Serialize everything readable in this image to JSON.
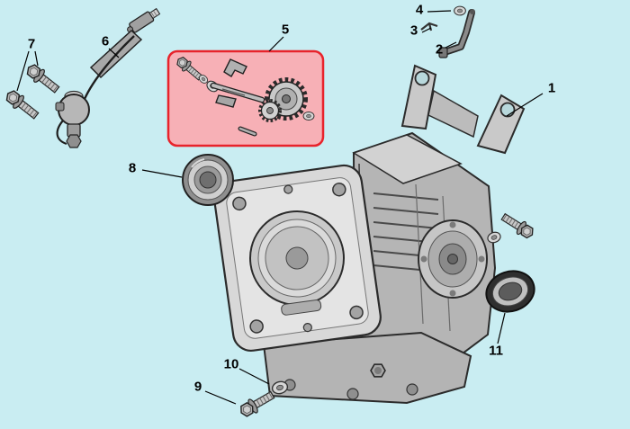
{
  "diagram": {
    "type": "exploded-parts-diagram",
    "background_color": "#c9edf2",
    "highlight": {
      "fill": "#f7b0b6",
      "stroke": "#e8232b"
    },
    "leader_line_color": "#000000",
    "part_fill_color": "#c9c9c9",
    "part_outline_color": "#2b2b2b",
    "callouts": [
      {
        "label": "1"
      },
      {
        "label": "2"
      },
      {
        "label": "3"
      },
      {
        "label": "4"
      },
      {
        "label": "5"
      },
      {
        "label": "6"
      },
      {
        "label": "7"
      },
      {
        "label": "8"
      },
      {
        "label": "9"
      },
      {
        "label": "10"
      },
      {
        "label": "11"
      }
    ]
  }
}
